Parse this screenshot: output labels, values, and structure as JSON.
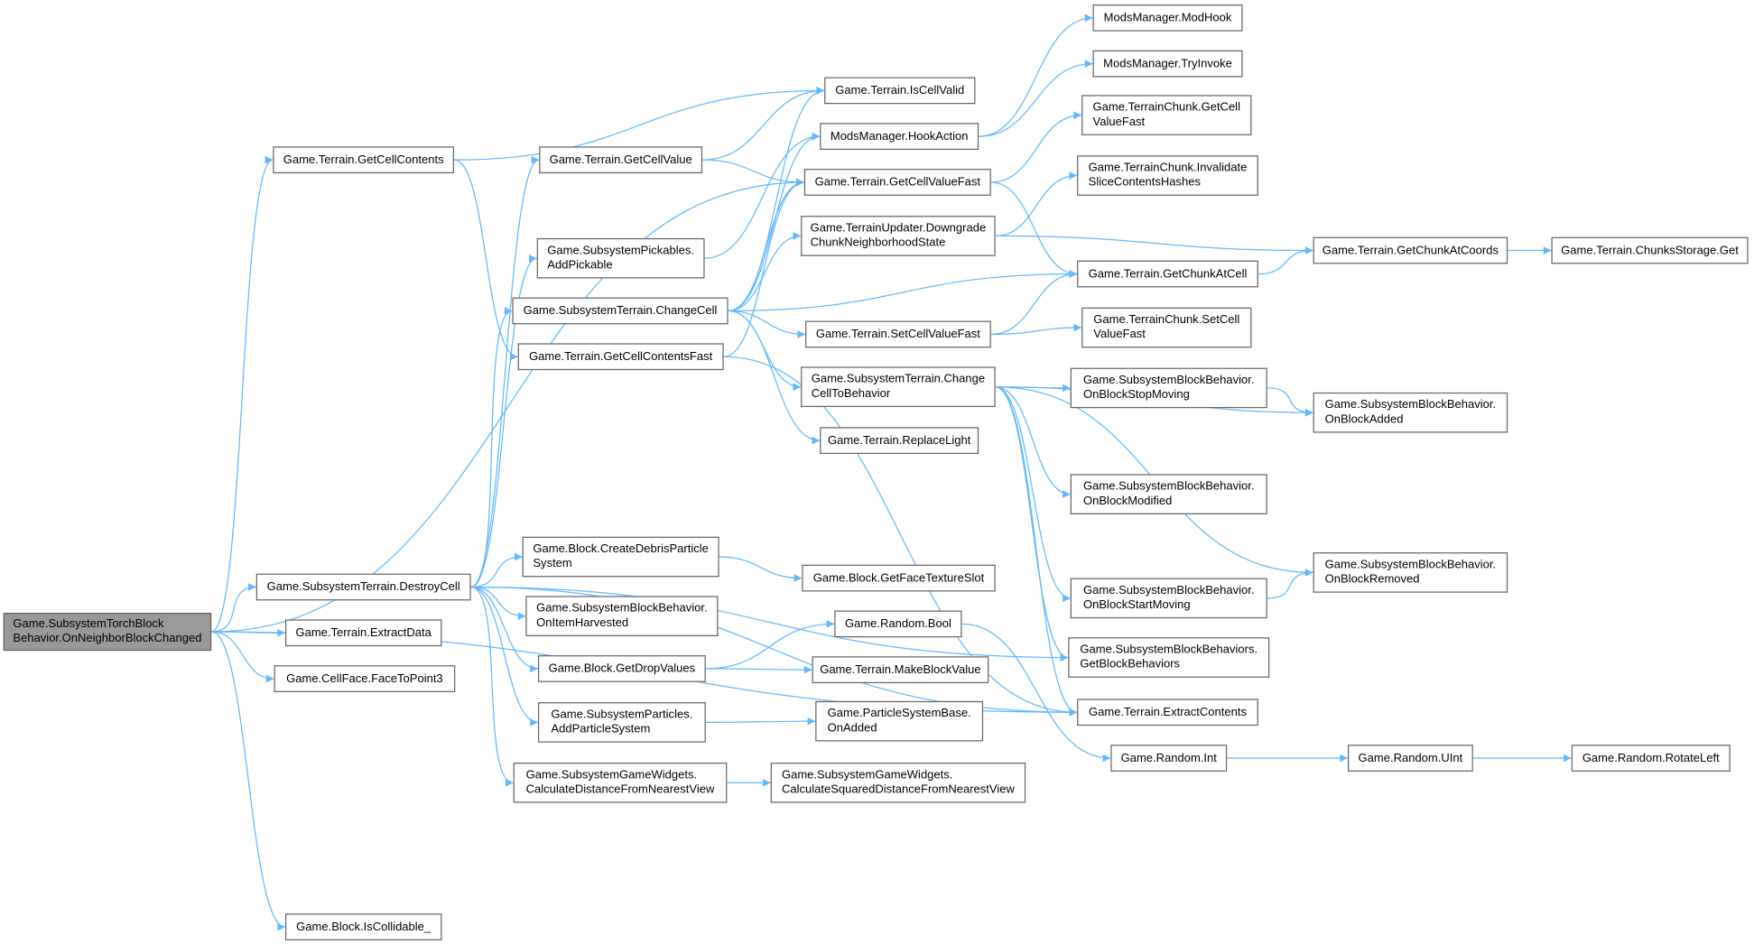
{
  "colors": {
    "edge": "#63b8ff",
    "root_fill": "#999999",
    "border": "#666666"
  },
  "nodes": [
    {
      "id": "root",
      "label": "Game.SubsystemTorchBlock\nBehavior.OnNeighborBlockChanged"
    },
    {
      "id": "getCellContents",
      "label": "Game.Terrain.GetCellContents"
    },
    {
      "id": "destroyCell",
      "label": "Game.SubsystemTerrain.DestroyCell"
    },
    {
      "id": "extractData",
      "label": "Game.Terrain.ExtractData"
    },
    {
      "id": "faceToPoint3",
      "label": "Game.CellFace.FaceToPoint3"
    },
    {
      "id": "isCollidable",
      "label": "Game.Block.IsCollidable_"
    },
    {
      "id": "getCellValue",
      "label": "Game.Terrain.GetCellValue"
    },
    {
      "id": "addPickable",
      "label": "Game.SubsystemPickables.\nAddPickable"
    },
    {
      "id": "changeCell",
      "label": "Game.SubsystemTerrain.ChangeCell"
    },
    {
      "id": "getCellContentsFast",
      "label": "Game.Terrain.GetCellContentsFast"
    },
    {
      "id": "createDebris",
      "label": "Game.Block.CreateDebrisParticle\nSystem"
    },
    {
      "id": "onItemHarvested",
      "label": "Game.SubsystemBlockBehavior.\nOnItemHarvested"
    },
    {
      "id": "getDropValues",
      "label": "Game.Block.GetDropValues"
    },
    {
      "id": "addParticleSystem",
      "label": "Game.SubsystemParticles.\nAddParticleSystem"
    },
    {
      "id": "calcDistance",
      "label": "Game.SubsystemGameWidgets.\nCalculateDistanceFromNearestView"
    },
    {
      "id": "isCellValid",
      "label": "Game.Terrain.IsCellValid"
    },
    {
      "id": "hookAction",
      "label": "ModsManager.HookAction"
    },
    {
      "id": "getCellValueFast",
      "label": "Game.Terrain.GetCellValueFast"
    },
    {
      "id": "downgrade",
      "label": "Game.TerrainUpdater.Downgrade\nChunkNeighborhoodState"
    },
    {
      "id": "setCellValueFast",
      "label": "Game.Terrain.SetCellValueFast"
    },
    {
      "id": "changeCellToBehavior",
      "label": "Game.SubsystemTerrain.Change\nCellToBehavior"
    },
    {
      "id": "replaceLight",
      "label": "Game.Terrain.ReplaceLight"
    },
    {
      "id": "getFaceTextureSlot",
      "label": "Game.Block.GetFaceTextureSlot"
    },
    {
      "id": "randomBool",
      "label": "Game.Random.Bool"
    },
    {
      "id": "makeBlockValue",
      "label": "Game.Terrain.MakeBlockValue"
    },
    {
      "id": "onAdded",
      "label": "Game.ParticleSystemBase.\nOnAdded"
    },
    {
      "id": "calcSquared",
      "label": "Game.SubsystemGameWidgets.\nCalculateSquaredDistanceFromNearestView"
    },
    {
      "id": "modHook",
      "label": "ModsManager.ModHook"
    },
    {
      "id": "tryInvoke",
      "label": "ModsManager.TryInvoke"
    },
    {
      "id": "chunkGetCellValueFast",
      "label": "Game.TerrainChunk.GetCell\nValueFast"
    },
    {
      "id": "invalidateSlice",
      "label": "Game.TerrainChunk.Invalidate\nSliceContentsHashes"
    },
    {
      "id": "getChunkAtCell",
      "label": "Game.Terrain.GetChunkAtCell"
    },
    {
      "id": "chunkSetCellValueFast",
      "label": "Game.TerrainChunk.SetCell\nValueFast"
    },
    {
      "id": "onBlockStopMoving",
      "label": "Game.SubsystemBlockBehavior.\nOnBlockStopMoving"
    },
    {
      "id": "onBlockModified",
      "label": "Game.SubsystemBlockBehavior.\nOnBlockModified"
    },
    {
      "id": "onBlockStartMoving",
      "label": "Game.SubsystemBlockBehavior.\nOnBlockStartMoving"
    },
    {
      "id": "getBlockBehaviors",
      "label": "Game.SubsystemBlockBehaviors.\nGetBlockBehaviors"
    },
    {
      "id": "extractContents",
      "label": "Game.Terrain.ExtractContents"
    },
    {
      "id": "randomInt",
      "label": "Game.Random.Int"
    },
    {
      "id": "getChunkAtCoords",
      "label": "Game.Terrain.GetChunkAtCoords"
    },
    {
      "id": "chunksStorageGet",
      "label": "Game.Terrain.ChunksStorage.Get"
    },
    {
      "id": "onBlockAdded",
      "label": "Game.SubsystemBlockBehavior.\nOnBlockAdded"
    },
    {
      "id": "onBlockRemoved",
      "label": "Game.SubsystemBlockBehavior.\nOnBlockRemoved"
    },
    {
      "id": "randomUInt",
      "label": "Game.Random.UInt"
    },
    {
      "id": "rotateLeft",
      "label": "Game.Random.RotateLeft"
    }
  ],
  "edges": [
    [
      "root",
      "getCellContents"
    ],
    [
      "root",
      "destroyCell"
    ],
    [
      "root",
      "extractData"
    ],
    [
      "root",
      "faceToPoint3"
    ],
    [
      "root",
      "isCollidable"
    ],
    [
      "root",
      "getCellValueFast"
    ],
    [
      "root",
      "extractContents"
    ],
    [
      "getCellContents",
      "isCellValid"
    ],
    [
      "getCellContents",
      "getCellContentsFast"
    ],
    [
      "destroyCell",
      "getCellValue"
    ],
    [
      "destroyCell",
      "addPickable"
    ],
    [
      "destroyCell",
      "changeCell"
    ],
    [
      "destroyCell",
      "createDebris"
    ],
    [
      "destroyCell",
      "onItemHarvested"
    ],
    [
      "destroyCell",
      "getDropValues"
    ],
    [
      "destroyCell",
      "addParticleSystem"
    ],
    [
      "destroyCell",
      "calcDistance"
    ],
    [
      "destroyCell",
      "extractContents"
    ],
    [
      "destroyCell",
      "getBlockBehaviors"
    ],
    [
      "getCellValue",
      "isCellValid"
    ],
    [
      "getCellValue",
      "getCellValueFast"
    ],
    [
      "addPickable",
      "hookAction"
    ],
    [
      "changeCell",
      "isCellValid"
    ],
    [
      "changeCell",
      "hookAction"
    ],
    [
      "changeCell",
      "getCellValueFast"
    ],
    [
      "changeCell",
      "downgrade"
    ],
    [
      "changeCell",
      "getChunkAtCell"
    ],
    [
      "changeCell",
      "setCellValueFast"
    ],
    [
      "changeCell",
      "changeCellToBehavior"
    ],
    [
      "changeCell",
      "replaceLight"
    ],
    [
      "getCellContentsFast",
      "getCellValueFast"
    ],
    [
      "getCellContentsFast",
      "extractContents"
    ],
    [
      "createDebris",
      "getFaceTextureSlot"
    ],
    [
      "getDropValues",
      "randomBool"
    ],
    [
      "getDropValues",
      "makeBlockValue"
    ],
    [
      "addParticleSystem",
      "onAdded"
    ],
    [
      "calcDistance",
      "calcSquared"
    ],
    [
      "hookAction",
      "modHook"
    ],
    [
      "hookAction",
      "tryInvoke"
    ],
    [
      "getCellValueFast",
      "chunkGetCellValueFast"
    ],
    [
      "getCellValueFast",
      "getChunkAtCell"
    ],
    [
      "downgrade",
      "invalidateSlice"
    ],
    [
      "downgrade",
      "getChunkAtCoords"
    ],
    [
      "setCellValueFast",
      "getChunkAtCell"
    ],
    [
      "setCellValueFast",
      "chunkSetCellValueFast"
    ],
    [
      "changeCellToBehavior",
      "onBlockStopMoving"
    ],
    [
      "changeCellToBehavior",
      "onBlockAdded"
    ],
    [
      "changeCellToBehavior",
      "onBlockModified"
    ],
    [
      "changeCellToBehavior",
      "onBlockStartMoving"
    ],
    [
      "changeCellToBehavior",
      "onBlockRemoved"
    ],
    [
      "changeCellToBehavior",
      "getBlockBehaviors"
    ],
    [
      "changeCellToBehavior",
      "extractContents"
    ],
    [
      "randomBool",
      "randomInt"
    ],
    [
      "getChunkAtCell",
      "getChunkAtCoords"
    ],
    [
      "getChunkAtCoords",
      "chunksStorageGet"
    ],
    [
      "onBlockStopMoving",
      "onBlockAdded"
    ],
    [
      "onBlockStartMoving",
      "onBlockRemoved"
    ],
    [
      "randomInt",
      "randomUInt"
    ],
    [
      "randomUInt",
      "rotateLeft"
    ]
  ]
}
